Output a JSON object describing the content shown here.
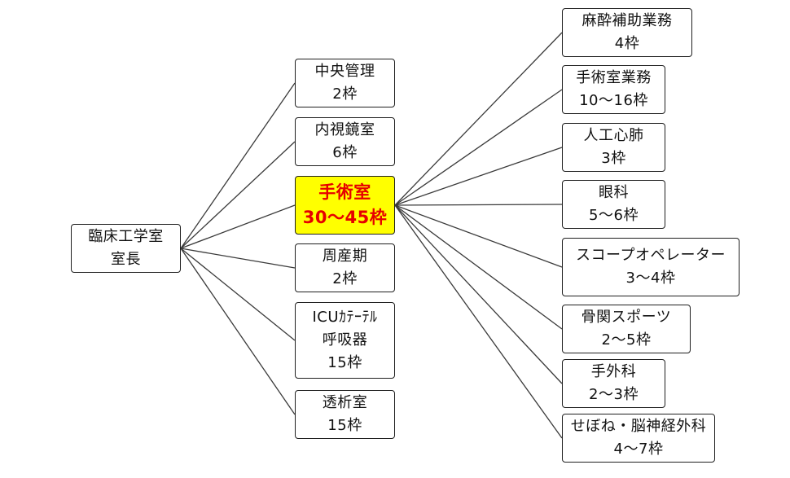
{
  "colors": {
    "line": "#3a3a3a",
    "highlight_fill": "#ffff00",
    "highlight_text": "#e60000"
  },
  "root": {
    "lines": [
      "臨床工学室",
      "室長"
    ]
  },
  "left_nodes": [
    {
      "id": "chuo-kanri",
      "lines": [
        "中央管理",
        "2枠"
      ]
    },
    {
      "id": "naishikyo",
      "lines": [
        "内視鏡室",
        "6枠"
      ]
    },
    {
      "id": "shujutsu",
      "lines": [
        "手術室",
        "30～45枠"
      ],
      "highlight": true
    },
    {
      "id": "shusanki",
      "lines": [
        "周産期",
        "2枠"
      ]
    },
    {
      "id": "icu",
      "lines": [
        "ICUｶﾃｰﾃﾙ",
        "呼吸器",
        "15枠"
      ]
    },
    {
      "id": "toseki",
      "lines": [
        "透析室",
        "15枠"
      ]
    }
  ],
  "right_nodes": [
    {
      "id": "masui",
      "lines": [
        "麻酔補助業務",
        "4枠"
      ]
    },
    {
      "id": "shujutsu-gyomu",
      "lines": [
        "手術室業務",
        "10～16枠"
      ]
    },
    {
      "id": "jinko-shinpai",
      "lines": [
        "人工心肺",
        "3枠"
      ]
    },
    {
      "id": "ganka",
      "lines": [
        "眼科",
        "5～6枠"
      ]
    },
    {
      "id": "scope",
      "lines": [
        "スコープオペレーター",
        "3～4枠"
      ]
    },
    {
      "id": "kotsu",
      "lines": [
        "骨関スポーツ",
        "2～5枠"
      ]
    },
    {
      "id": "gekika",
      "lines": [
        "手外科",
        "2～3枠"
      ]
    },
    {
      "id": "sebone",
      "lines": [
        "せぼね・脳神経外科",
        "4～7枠"
      ]
    }
  ]
}
